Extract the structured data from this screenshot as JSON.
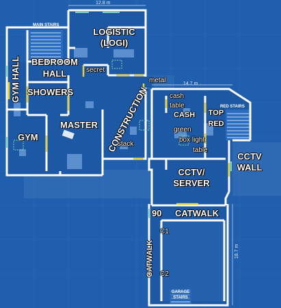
{
  "dimensions": {
    "top": "12.8 m",
    "middle": "14.7 m",
    "right": "18.7 m"
  },
  "rooms": {
    "main_stairs": "MAIN STAIRS",
    "logistic": "LOGISTIC",
    "logi": "(LOGI)",
    "bedroom": "BEDROOM",
    "hall": "HALL",
    "gym_hall": "GYM HALL",
    "showers": "SHOWERS",
    "gym": "GYM",
    "master": "MASTER",
    "construction": "CONSTRUCTION",
    "cash": "CASH",
    "top": "TOP",
    "red": "RED",
    "red_stairs": "RED STAIRS",
    "cctv_wall_1": "CCTV",
    "cctv_wall_2": "WALL",
    "cctv_server_1": "CCTV/",
    "cctv_server_2": "SERVER",
    "ninety": "90",
    "catwalk": "CATWALK",
    "catwalk_vertical": "CATWALK",
    "garage_stairs_1": "GARAGE",
    "garage_stairs_2": "STAIRS"
  },
  "callouts": {
    "secret": "secret",
    "metal": "metal",
    "cash_table_1": "cash",
    "cash_table_2": "table",
    "stack": "stack",
    "green": "green",
    "box_light": "box light",
    "table": "table",
    "c1": "C1",
    "c2": "C2"
  },
  "colors": {
    "background": "#1f5fae",
    "wall": "#ffffff",
    "door": "#e8d23a",
    "window": "#7fd6c4"
  }
}
